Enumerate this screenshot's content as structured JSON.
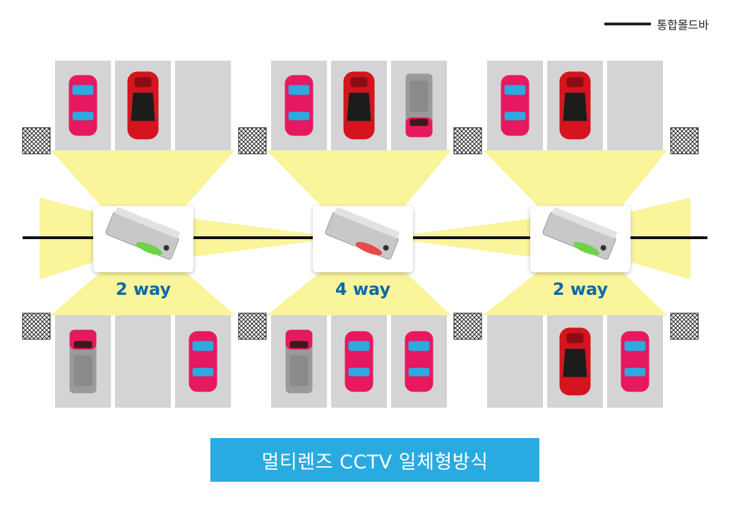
{
  "legend": {
    "label": "통합몰드바",
    "line_color": "#222222"
  },
  "caption": {
    "text": "멀티렌즈 CCTV 일체형방식",
    "background": "#29abe2"
  },
  "colors": {
    "beam": "#faf49a",
    "slot": "#d4d4d6",
    "bar": "#111111",
    "car_pink": "#e6185f",
    "car_red": "#d4141e",
    "van_gray": "#9a9a9a"
  },
  "units": [
    {
      "label": "2 way",
      "led_color": "#6fd34a"
    },
    {
      "label": "4 way",
      "led_color": "#e84a4a"
    },
    {
      "label": "2 way",
      "led_color": "#6fd34a"
    }
  ],
  "parking": {
    "top_row": [
      [
        "pink-car",
        "red-sports-car",
        "empty"
      ],
      [
        "pink-car",
        "red-sports-car",
        "gray-van"
      ],
      [
        "pink-car",
        "red-sports-car",
        "empty"
      ]
    ],
    "bottom_row": [
      [
        "gray-van",
        "empty",
        "pink-car"
      ],
      [
        "gray-van",
        "pink-car",
        "pink-car"
      ],
      [
        "empty",
        "red-sports-car",
        "pink-car"
      ]
    ]
  },
  "icons": [
    "crosshatch-marker-icon",
    "camera-unit-icon",
    "car-icon",
    "van-icon"
  ]
}
